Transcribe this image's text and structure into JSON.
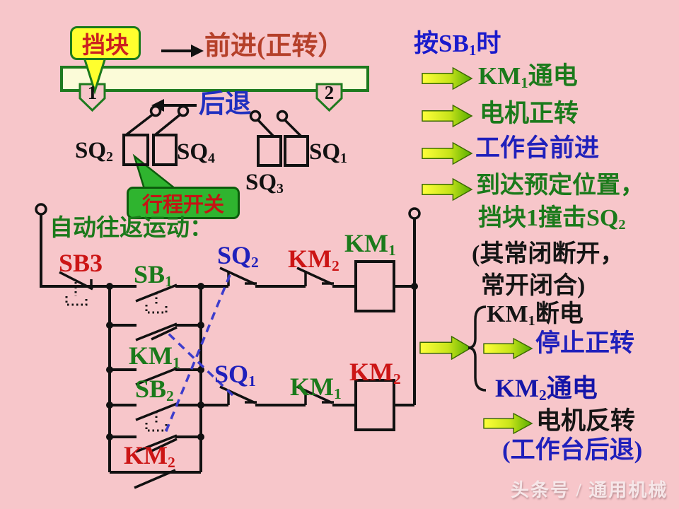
{
  "colors": {
    "background": "#f7c6ca",
    "table_bar_fill": "#fbfbd8",
    "diagram_green": "#1e7a1e",
    "callout_yellow": "#ffff2e",
    "callout_green": "#2fb42f",
    "label_red": "#cc1515",
    "label_green": "#1b7a1b",
    "label_blue": "#2020bb",
    "flow_navy": "#1515a8",
    "dashed_link_blue": "#3c3ccc",
    "arrow_gradient_start": "#ffff3a",
    "arrow_gradient_end": "#55ad00"
  },
  "mech": {
    "dangkuai": "挡块",
    "qianjin": "前进(正转）",
    "houtui": "后退",
    "tag1": "1",
    "tag2": "2",
    "xingcheng": "行程开关",
    "sq2": {
      "pre": "SQ",
      "sub": "2"
    },
    "sq4": {
      "pre": "SQ",
      "sub": "4"
    },
    "sq3": {
      "pre": "SQ",
      "sub": "3"
    },
    "sq1": {
      "pre": "SQ",
      "sub": "1"
    }
  },
  "circuit": {
    "title": "自动往返运动：",
    "sb3": "SB3",
    "sb1": {
      "pre": "SB",
      "sub": "1"
    },
    "sb2": {
      "pre": "SB",
      "sub": "2"
    },
    "km1_aux": {
      "pre": "KM",
      "sub": "1"
    },
    "km2_aux": {
      "pre": "KM",
      "sub": "2"
    },
    "sq2_contact": {
      "pre": "SQ",
      "sub": "2"
    },
    "km2_interlock": {
      "pre": "KM",
      "sub": "2"
    },
    "km1_coil": {
      "pre": "KM",
      "sub": "1"
    },
    "sq1_contact": {
      "pre": "SQ",
      "sub": "1"
    },
    "km1_interlock": {
      "pre": "KM",
      "sub": "1"
    },
    "km2_coil": {
      "pre": "KM",
      "sub": "2"
    }
  },
  "flow": {
    "header": {
      "pre": "按SB",
      "sub": "1",
      "post": "时"
    },
    "step1": {
      "pre": "KM",
      "sub": "1",
      "post": "通电"
    },
    "step2": "电机正转",
    "step3": "工作台前进",
    "step4a": "到达预定位置，",
    "step4b": {
      "pre": "挡块1撞击SQ",
      "sub": "2"
    },
    "note1": "(其常闭断开，",
    "note2": "常开闭合)",
    "result1": {
      "pre": "KM",
      "sub": "1",
      "post": "断电"
    },
    "result2": "停止正转",
    "result3": {
      "pre": "KM",
      "sub": "2",
      "post": "通电"
    },
    "result4": "电机反转",
    "result5": "(工作台后退)"
  },
  "watermark": "头条号 / 通用机械"
}
